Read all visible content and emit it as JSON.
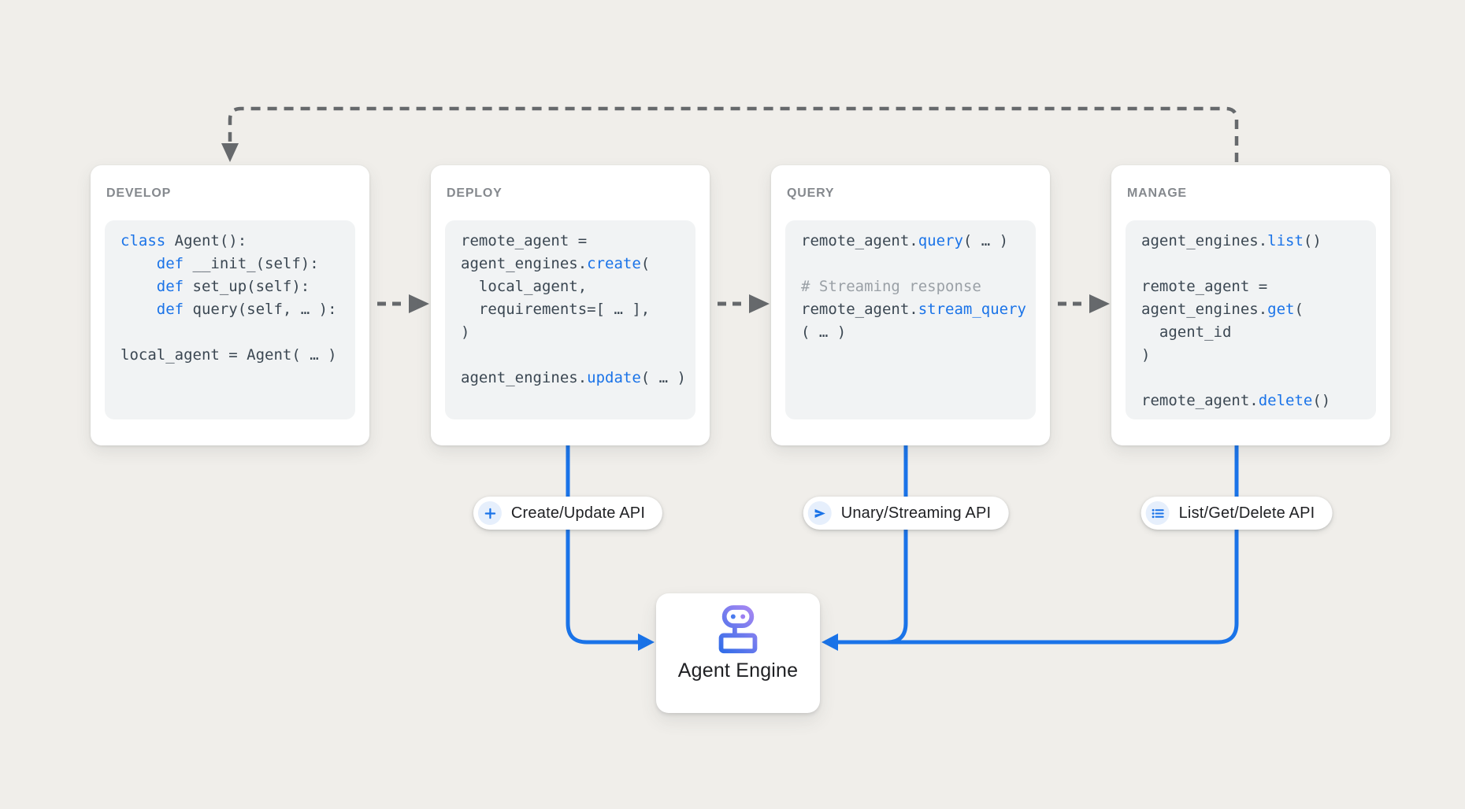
{
  "colors": {
    "background": "#f0eeea",
    "card_bg": "#ffffff",
    "code_bg": "#f1f3f4",
    "code_text": "#3b4752",
    "keyword_blue": "#1a73e8",
    "comment_gray": "#9aa0a6",
    "accent_blue": "#1a73e8",
    "dashed_gray": "#66696c",
    "title_gray": "#85898e",
    "label_dark": "#202124",
    "pill_icon_bg": "#e6effc",
    "robot_blue": "#2a6be8",
    "robot_purple": "#b28af3"
  },
  "cards": [
    {
      "id": "develop",
      "title": "DEVELOP",
      "code": [
        [
          {
            "t": "class",
            "c": "kw"
          },
          {
            "t": " Agent():"
          }
        ],
        [
          {
            "t": "    "
          },
          {
            "t": "def",
            "c": "kw"
          },
          {
            "t": " __init_(self):"
          }
        ],
        [
          {
            "t": "    "
          },
          {
            "t": "def",
            "c": "kw"
          },
          {
            "t": " set_up(self):"
          }
        ],
        [
          {
            "t": "    "
          },
          {
            "t": "def",
            "c": "kw"
          },
          {
            "t": " query(self, … ):"
          }
        ],
        [],
        [
          {
            "t": "local_agent = Agent( … )"
          }
        ]
      ]
    },
    {
      "id": "deploy",
      "title": "DEPLOY",
      "code": [
        [
          {
            "t": "remote_agent ="
          }
        ],
        [
          {
            "t": "agent_engines."
          },
          {
            "t": "create",
            "c": "kw"
          },
          {
            "t": "("
          }
        ],
        [
          {
            "t": "  local_agent,"
          }
        ],
        [
          {
            "t": "  requirements=[ … ],"
          }
        ],
        [
          {
            "t": ")"
          }
        ],
        [],
        [
          {
            "t": "agent_engines."
          },
          {
            "t": "update",
            "c": "kw"
          },
          {
            "t": "( … )"
          }
        ]
      ]
    },
    {
      "id": "query",
      "title": "QUERY",
      "code": [
        [
          {
            "t": "remote_agent."
          },
          {
            "t": "query",
            "c": "kw"
          },
          {
            "t": "( … )"
          }
        ],
        [],
        [
          {
            "t": "# Streaming response",
            "c": "cm"
          }
        ],
        [
          {
            "t": "remote_agent."
          },
          {
            "t": "stream_query",
            "c": "kw"
          }
        ],
        [
          {
            "t": "( … )"
          }
        ]
      ]
    },
    {
      "id": "manage",
      "title": "MANAGE",
      "code": [
        [
          {
            "t": "agent_engines."
          },
          {
            "t": "list",
            "c": "kw"
          },
          {
            "t": "()"
          }
        ],
        [],
        [
          {
            "t": "remote_agent ="
          }
        ],
        [
          {
            "t": "agent_engines."
          },
          {
            "t": "get",
            "c": "kw"
          },
          {
            "t": "("
          }
        ],
        [
          {
            "t": "  agent_id"
          }
        ],
        [
          {
            "t": ")"
          }
        ],
        [],
        [
          {
            "t": "remote_agent."
          },
          {
            "t": "delete",
            "c": "kw"
          },
          {
            "t": "()"
          }
        ]
      ]
    }
  ],
  "pills": [
    {
      "label": "Create/Update API",
      "icon": "plus-icon"
    },
    {
      "label": "Unary/Streaming API",
      "icon": "send-icon"
    },
    {
      "label": "List/Get/Delete API",
      "icon": "list-icon"
    }
  ],
  "engine": {
    "label": "Agent Engine",
    "icon": "robot-icon"
  }
}
